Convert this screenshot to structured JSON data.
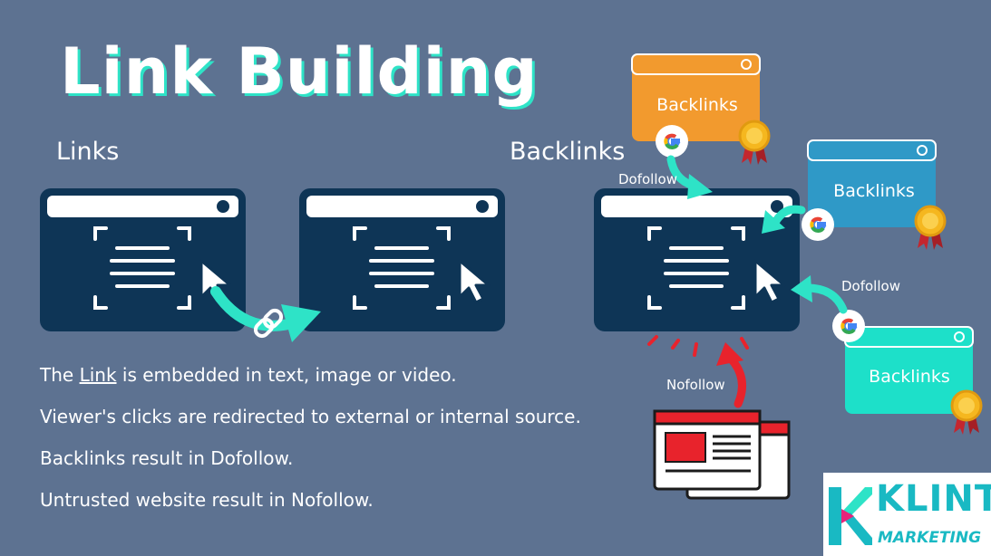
{
  "title": "Link Building",
  "sections": {
    "links_heading": "Links",
    "backlinks_heading": "Backlinks"
  },
  "cards": [
    {
      "label": "Backlinks",
      "color": "#f29a2e"
    },
    {
      "label": "Backlinks",
      "color": "#2f99c7"
    },
    {
      "label": "Backlinks",
      "color": "#1de0c9"
    }
  ],
  "tags": {
    "dofollow_top": "Dofollow",
    "dofollow_right": "Dofollow",
    "nofollow": "Nofollow"
  },
  "bullets": {
    "line1_pre": "The ",
    "line1_link": "Link",
    "line1_post": " is embedded in text, image or video.",
    "line2": "Viewer's clicks are redirected to external or internal source.",
    "line3": "Backlinks result in Dofollow.",
    "line4": "Untrusted website result in Nofollow."
  },
  "logo": {
    "word": "KLINT",
    "sub": "MARKETING"
  },
  "colors": {
    "background": "#5d7291",
    "window": "#0e3556",
    "accent": "#2ee3c7",
    "nofollow": "#e8232c"
  },
  "icons": [
    "google-icon",
    "award-ribbon-icon",
    "chain-link-icon",
    "mouse-cursor-icon"
  ]
}
